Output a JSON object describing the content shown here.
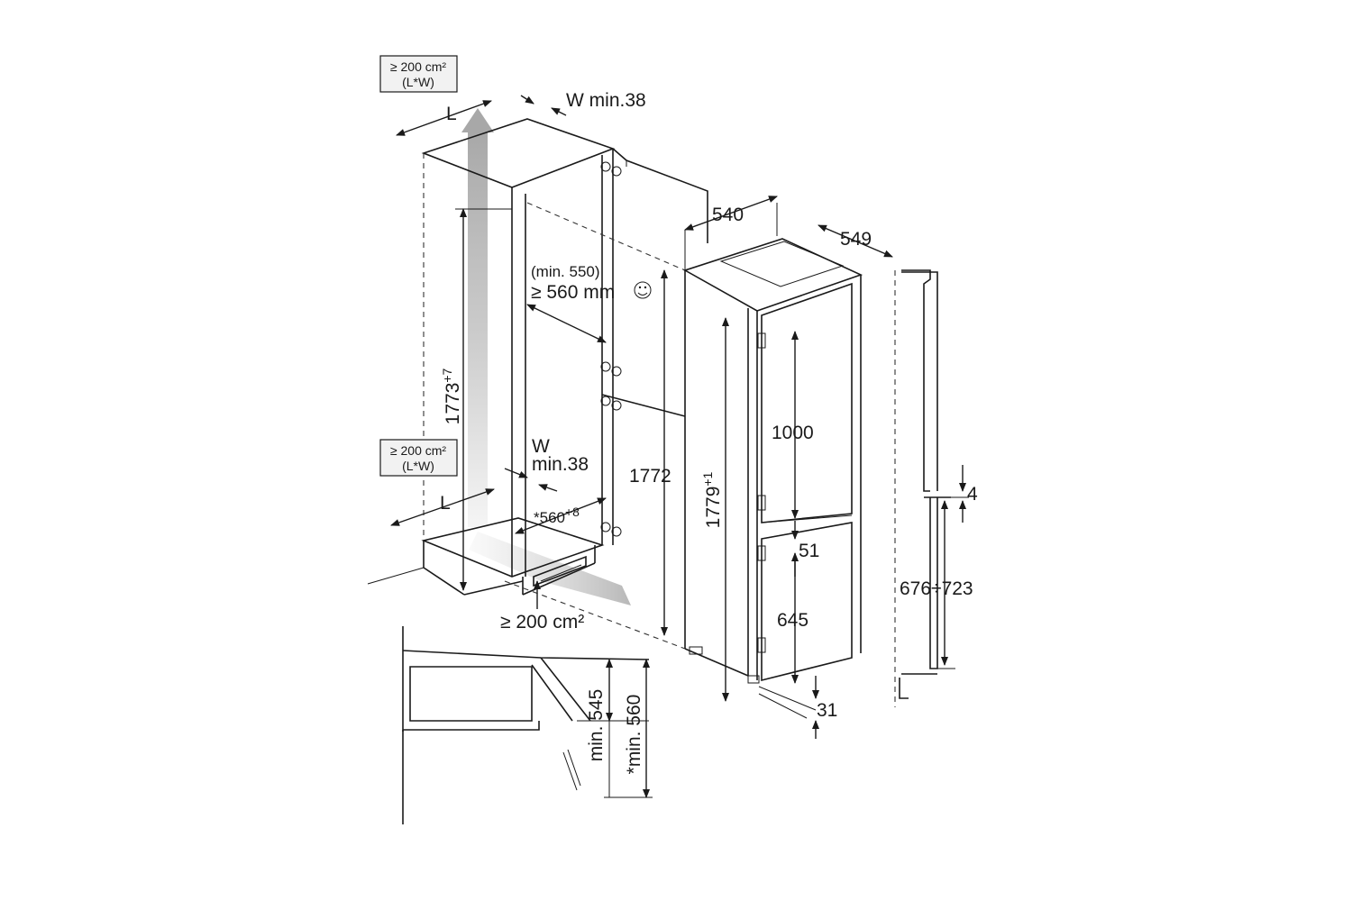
{
  "labels": {
    "vent_top": [
      "≥ 200 cm²",
      "(L*W)"
    ],
    "vent_mid": [
      "≥ 200 cm²",
      "(L*W)"
    ],
    "vent_bottom": "≥ 200 cm²",
    "L_top": "L",
    "L_bottom": "L",
    "w_min_top": "W min.38",
    "w_min_mid_w": "W",
    "w_min_mid_val": "min.38",
    "niche_depth_min": "(min. 550)",
    "niche_depth": "≥ 560 mm",
    "niche_height": "1773",
    "niche_height_tol": "+7",
    "niche_width": "*560",
    "niche_width_tol": "+8",
    "height_1772": "1772",
    "width_540": "540",
    "depth_549": "549",
    "appliance_height": "1779",
    "appliance_height_tol": "+1",
    "upper_door": "1000",
    "gap_51": "51",
    "lower_door": "645",
    "bottom_31": "31",
    "gap_4": "4",
    "door_range": "676÷723",
    "side_min_545": "min. 545",
    "side_min_560": "*min. 560"
  },
  "colors": {
    "line": "#1a1a1a",
    "airflow_arrow": "#b5b5b5",
    "airflow_floor": "#c4c4c4"
  },
  "icons": {
    "smiley": "smiley-icon"
  }
}
